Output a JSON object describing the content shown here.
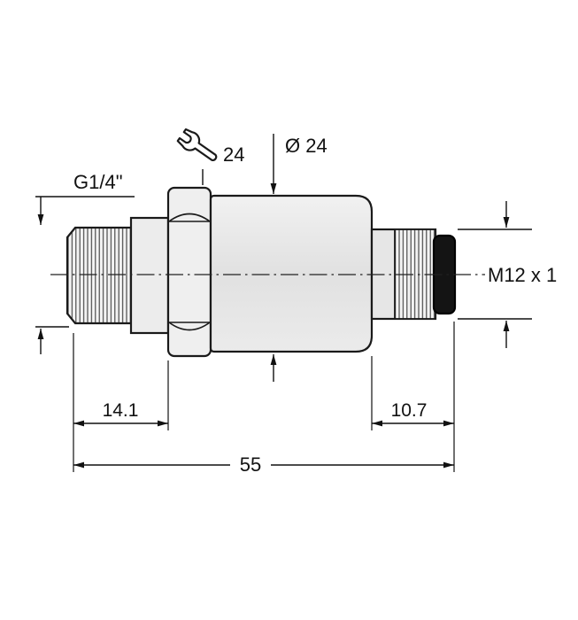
{
  "drawing": {
    "labels": {
      "thread": "G1/4\"",
      "wrench_size": "24",
      "body_diameter": "Ø 24",
      "connector_thread": "M12 x 1"
    },
    "dimensions": {
      "thread_length": "14.1",
      "connector_length": "10.7",
      "total_length": "55"
    },
    "colors": {
      "line": "#1a1a1a",
      "body_fill": "#e7e7e7",
      "connector_tip": "#141414"
    }
  }
}
